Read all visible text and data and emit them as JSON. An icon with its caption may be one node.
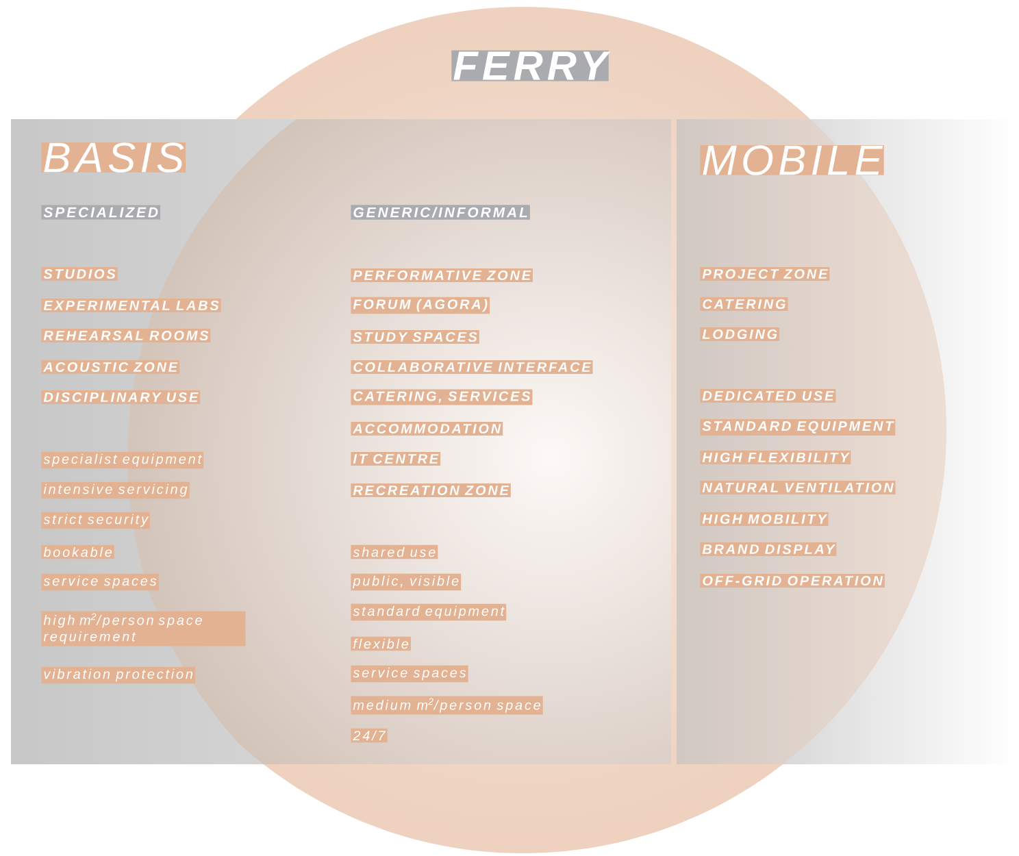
{
  "diagram": {
    "nodes": [
      {
        "text": [
          "FERRY"
        ]
      },
      {
        "text": [
          "BASIS",
          "SPECIALIZED",
          "STUDIOS",
          "EXPERIMENTAL LABS",
          "REHEARSAL ROOMS",
          "ACOUSTIC ZONE",
          "DISCIPLINARY USE",
          "specialist equipment",
          "intensive servicing",
          "strict security",
          "bookable",
          "service spaces",
          "high m$^{2}$/person space requirement",
          "vibration protection",
          "GENERIC/INFORMAL",
          "PERFORMATIVE ZONE",
          "FORUM (AGORA)",
          "STUDY SPACES",
          "COLLABORATIVE INTERFACE",
          "CATERING, SERVICES",
          "ACCOMMODATION",
          "IT CENTRE",
          "RECREATION ZONE",
          "shared use",
          "public, visible",
          "standard equipment",
          "flexible",
          "service spaces",
          "medium m$^{2}$/person space",
          "24/7"
        ]
      },
      {
        "text": [
          "MOBILE",
          "PROJECT ZONE",
          "CATERING",
          "LODGING",
          "DEDICATED USE",
          "STANDARD EQUIPMENT",
          "HIGH FLEXIBILITY",
          "NATURAL VENTILATION",
          "HIGH MOBILITY",
          "BRAND DISPLAY",
          "OFF-GRID OPERATION"
        ]
      }
    ]
  }
}
